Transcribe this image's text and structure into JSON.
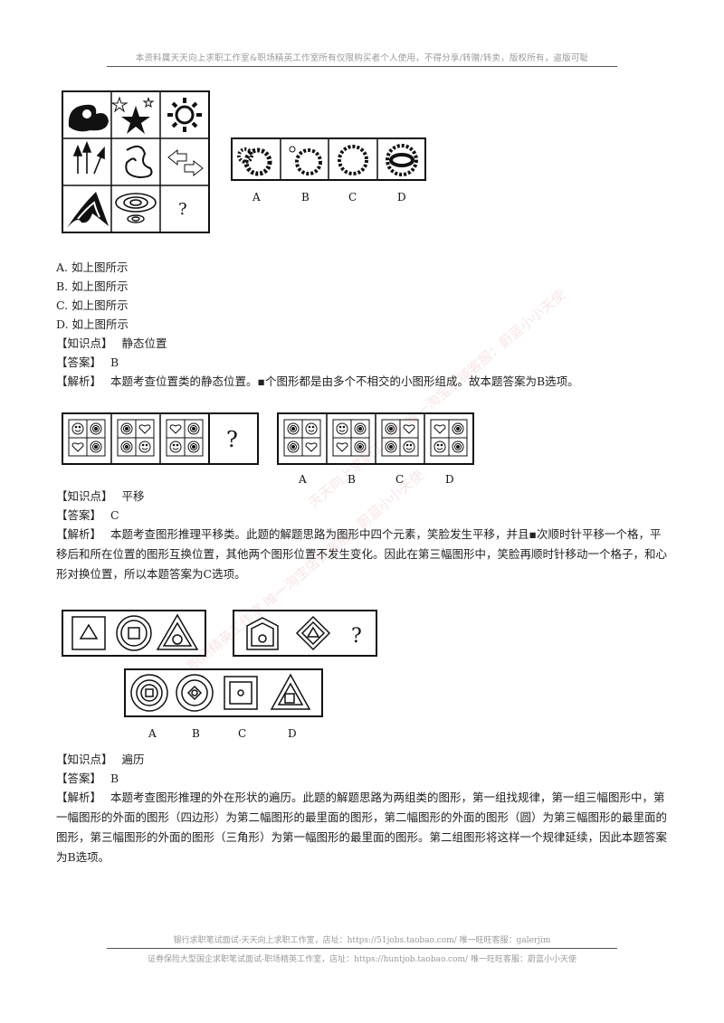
{
  "header": {
    "notice": "本资料属天天向上求职工作室&职场精英工作室所有仅限购买者个人使用，不得分享/转赠/转卖，版权所有，盗版可耻"
  },
  "q1": {
    "qmark": "?",
    "opt_letters": [
      "A",
      "B",
      "C",
      "D"
    ],
    "options": [
      "A. 如上图所示",
      "B. 如上图所示",
      "C. 如上图所示",
      "D. 如上图所示"
    ],
    "kp_label": "【知识点】",
    "kp": "静态位置",
    "ans_label": "【答案】",
    "ans": "B",
    "ana_label": "【解析】",
    "ana": "本题考查位置类的静态位置。▪个图形都是由多个不相交的小图形组成。故本题答案为B选项。"
  },
  "q2": {
    "qmark": "?",
    "opt_letters": [
      "A",
      "B",
      "C",
      "D"
    ],
    "kp_label": "【知识点】",
    "kp": "平移",
    "ans_label": "【答案】",
    "ans": "C",
    "ana_label": "【解析】",
    "ana": "本题考查图形推理平移类。此题的解题思路为图形中四个元素，笑脸发生平移，并且▪次顺时针平移一个格，平移后和所在位置的图形互换位置，其他两个图形位置不发生变化。因此在第三幅图形中，笑脸再顺时针移动一个格子，和心形对换位置，所以本题答案为C选项。"
  },
  "q3": {
    "qmark": "?",
    "opt_letters": [
      "A",
      "B",
      "C",
      "D"
    ],
    "kp_label": "【知识点】",
    "kp": "遍历",
    "ans_label": "【答案】",
    "ans": "B",
    "ana_label": "【解析】",
    "ana": "本题考查图形推理的外在形状的遍历。此题的解题思路为两组类的图形，第一组找规律，第一组三幅图形中，第一幅图形的外面的图形（四边形）为第二幅图形的最里面的图形，第二幅图形的外面的图形（圆）为第三幅图形的最里面的图形，第三幅图形的外面的图形（三角形）为第一幅图形的最里面的图形。第二组图形将这样一个规律延续，因此本题答案为B选项。"
  },
  "footer": {
    "line1": "银行求职笔试面试-天天向上求职工作室，店址：https://51jobs.taobao.com/ 唯一旺旺客服：galerjim",
    "line2": "证券保险大型国企求职笔试面试-职场精英工作室，店址：https://huntjob.taobao.com/ 唯一旺旺客服：蔚蓝小小天使"
  },
  "watermark": [
    "天天向上求职工作室 唯一淘宝店铺客服：蔚蓝小小天使",
    "职场精英工作室 唯一淘宝店铺客服：蔚蓝小小天使"
  ]
}
